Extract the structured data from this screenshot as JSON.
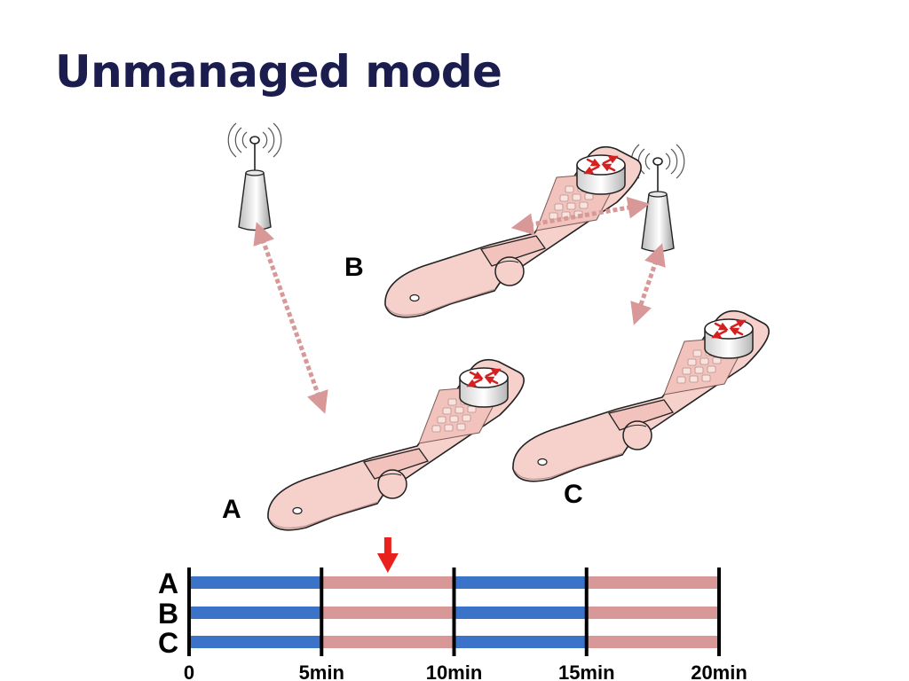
{
  "slide": {
    "title": "Unmanaged mode"
  },
  "devices": [
    {
      "id": "A",
      "label": "A"
    },
    {
      "id": "B",
      "label": "B"
    },
    {
      "id": "C",
      "label": "C"
    }
  ],
  "icons": [
    "cell-tower-icon",
    "mobile-router-phone-icon",
    "router-icon",
    "dotted-double-arrow-icon",
    "down-arrow-icon"
  ],
  "timeline": {
    "rows": [
      "A",
      "B",
      "C"
    ],
    "ticks": [
      "0",
      "5min",
      "10min",
      "15min",
      "20min"
    ],
    "tick_minutes": [
      0,
      5,
      10,
      15,
      20
    ],
    "segments": [
      "cellular",
      "wifi",
      "cellular",
      "wifi"
    ],
    "marker_minute": 7.5
  },
  "colors": {
    "title": "#1c1d4f",
    "cellular": "#3a73c8",
    "wifi": "#d89898",
    "link": "#d89898",
    "marker": "#e8211d",
    "phone_fill": "#f6d1cc",
    "router_arrows": "#d42020"
  }
}
